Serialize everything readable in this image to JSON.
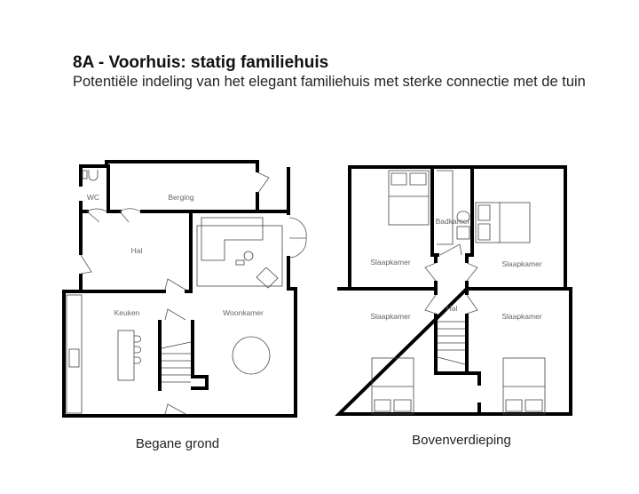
{
  "title": "8A - Voorhuis: statig familiehuis",
  "subtitle": "Potentiële indeling van het elegant familiehuis met sterke connectie met de tuin",
  "ground_floor": {
    "caption": "Begane grond",
    "rooms": {
      "wc": "WC",
      "berging": "Berging",
      "hal": "Hal",
      "keuken": "Keuken",
      "woonkamer": "Woonkamer"
    }
  },
  "upper_floor": {
    "caption": "Bovenverdieping",
    "rooms": {
      "badkamer": "Badkamer",
      "slaapkamer_nw": "Slaapkamer",
      "slaapkamer_ne": "Slaapkamer",
      "hal": "Hal",
      "slaapkamer_sw": "Slaapkamer",
      "slaapkamer_se": "Slaapkamer"
    }
  }
}
